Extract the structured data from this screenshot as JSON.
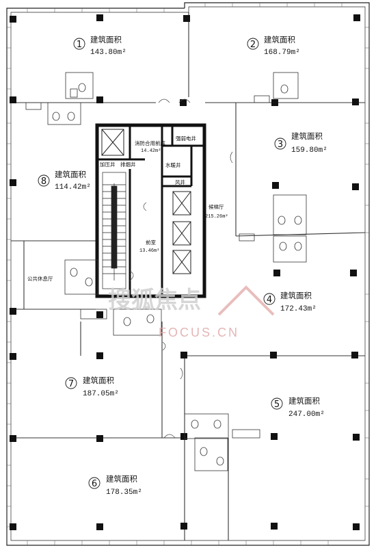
{
  "units": [
    {
      "id": "unit-1",
      "number": "1",
      "title": "建筑面积",
      "area": "143.80m²"
    },
    {
      "id": "unit-2",
      "number": "2",
      "title": "建筑面积",
      "area": "168.79m²"
    },
    {
      "id": "unit-3",
      "number": "3",
      "title": "建筑面积",
      "area": "159.80m²"
    },
    {
      "id": "unit-4",
      "number": "4",
      "title": "建筑面积",
      "area": "172.43m²"
    },
    {
      "id": "unit-5",
      "number": "5",
      "title": "建筑面积",
      "area": "247.00m²"
    },
    {
      "id": "unit-6",
      "number": "6",
      "title": "建筑面积",
      "area": "178.35m²"
    },
    {
      "id": "unit-7",
      "number": "7",
      "title": "建筑面积",
      "area": "187.05m²"
    },
    {
      "id": "unit-8",
      "number": "8",
      "title": "建筑面积",
      "area": "114.42m²"
    }
  ],
  "core": {
    "fire_lobby_label": "消防合用前庭",
    "fire_lobby_area": "14.42m²",
    "weak_current_label": "强弱电井",
    "pressurization_label": "加压井",
    "smoke_exhaust_label": "排烟井",
    "water_heating_label": "水暖井",
    "wind_shaft_label": "风井",
    "elevator_hall_label": "候梯厅",
    "elevator_hall_area": "215.26m²",
    "front_room_label": "前室",
    "front_room_area": "13.46m²"
  },
  "lounge_label": "公共休息厅",
  "watermark": {
    "text_cn": "搜狐焦点",
    "text_en": "FOCUS.CN"
  }
}
